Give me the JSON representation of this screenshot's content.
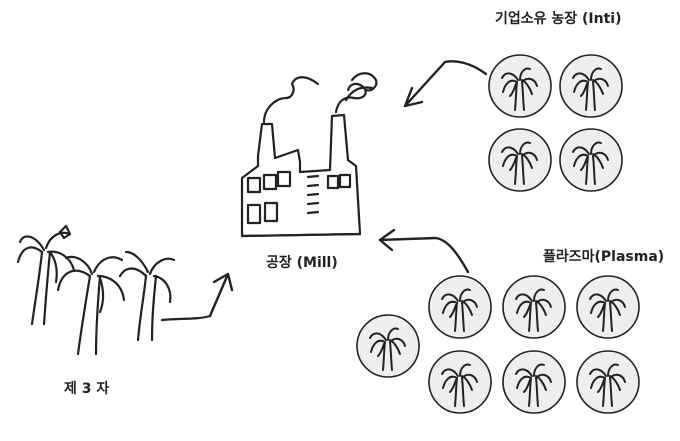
{
  "labels": {
    "inti": "기업소유 농장 (Inti)",
    "mill": "공장 (Mill)",
    "plasma": "플라즈마(Plasma)",
    "third_party": "제 3 자"
  },
  "icons": {
    "mill": "factory-icon",
    "plantation": "oil-palm-icon",
    "third_party": "palm-trees-icon",
    "flow": "arrow-icon"
  },
  "colors": {
    "ink": "#222222",
    "circle_fill": "#eeeeee",
    "background": "#ffffff"
  }
}
